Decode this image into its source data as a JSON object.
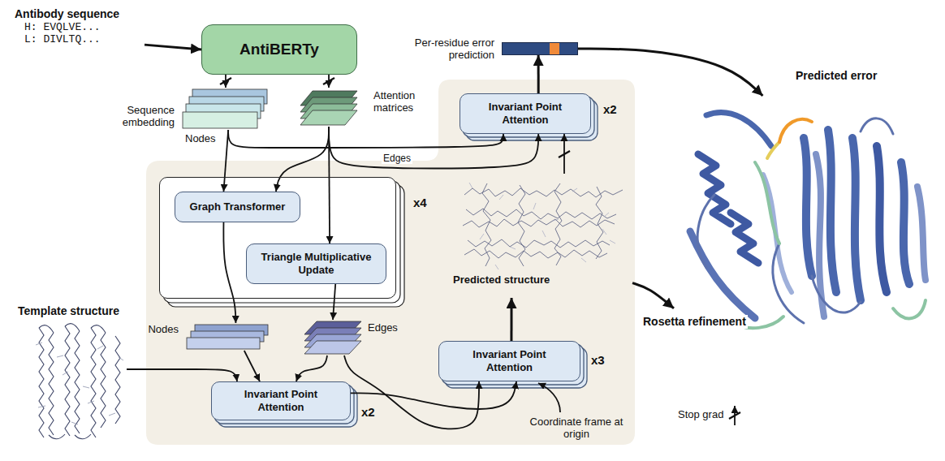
{
  "diagram": {
    "nodes": [
      {
        "text": [
          "Antibody sequence",
          "H: EVQLVE...",
          "L: DIVLTQ..."
        ]
      },
      {
        "text": [
          "AntiBERTy"
        ]
      },
      {
        "text": [
          "Sequence embedding",
          "Nodes"
        ]
      },
      {
        "text": [
          "Attention matrices"
        ]
      },
      {
        "text": [
          "x4"
        ]
      },
      {
        "text": [
          "Graph Transformer"
        ],
        "in": 4
      },
      {
        "text": [
          "Triangle Multiplicative Update"
        ],
        "in": 4
      },
      {
        "text": [
          "Nodes"
        ]
      },
      {
        "text": [
          "Edges"
        ]
      },
      {
        "text": [
          "Template structure"
        ]
      },
      {
        "text": [
          "Invariant Point Attention",
          "x2"
        ]
      },
      {
        "text": [
          "Invariant Point Attention",
          "x3"
        ]
      },
      {
        "text": [
          "Predicted structure"
        ]
      },
      {
        "text": [
          "Invariant Point Attention",
          "x2"
        ]
      },
      {
        "text": [
          "Per-residue error prediction"
        ]
      },
      {
        "text": [
          "Predicted error"
        ]
      }
    ],
    "edges": [
      {
        "from": 0,
        "to": 1,
        "arrow": "to"
      },
      {
        "from": 1,
        "to": 2,
        "arrow": "to"
      },
      {
        "from": 1,
        "to": 3,
        "arrow": "to"
      },
      {
        "from": 2,
        "to": 5,
        "arrow": "to"
      },
      {
        "from": 2,
        "to": 13,
        "arrow": "to"
      },
      {
        "from": 3,
        "to": 5,
        "arrow": "to"
      },
      {
        "from": 3,
        "to": 6,
        "arrow": "to"
      },
      {
        "from": 3,
        "to": 13,
        "label": "Edges",
        "arrow": "to"
      },
      {
        "from": 5,
        "to": 7,
        "arrow": "to"
      },
      {
        "from": 6,
        "to": 8,
        "arrow": "to"
      },
      {
        "from": 7,
        "to": 10,
        "arrow": "to"
      },
      {
        "from": 8,
        "to": 10,
        "arrow": "to"
      },
      {
        "from": 8,
        "to": 11,
        "arrow": "to"
      },
      {
        "from": 9,
        "to": 10,
        "arrow": "to"
      },
      {
        "from": 10,
        "to": 11,
        "arrow": "to"
      },
      {
        "from": 11,
        "to": 12,
        "arrow": "to"
      },
      {
        "from": 12,
        "to": 13,
        "arrow": "to"
      },
      {
        "from": 13,
        "to": 14,
        "arrow": "to"
      },
      {
        "from": 14,
        "to": 15,
        "arrow": "to"
      },
      {
        "from": 12,
        "to": 15,
        "label": "Rosetta refinement",
        "arrow": "to"
      }
    ],
    "labels": [
      "Coordinate frame at origin"
    ],
    "legend": [
      {
        "text": "Stop grad"
      }
    ]
  }
}
